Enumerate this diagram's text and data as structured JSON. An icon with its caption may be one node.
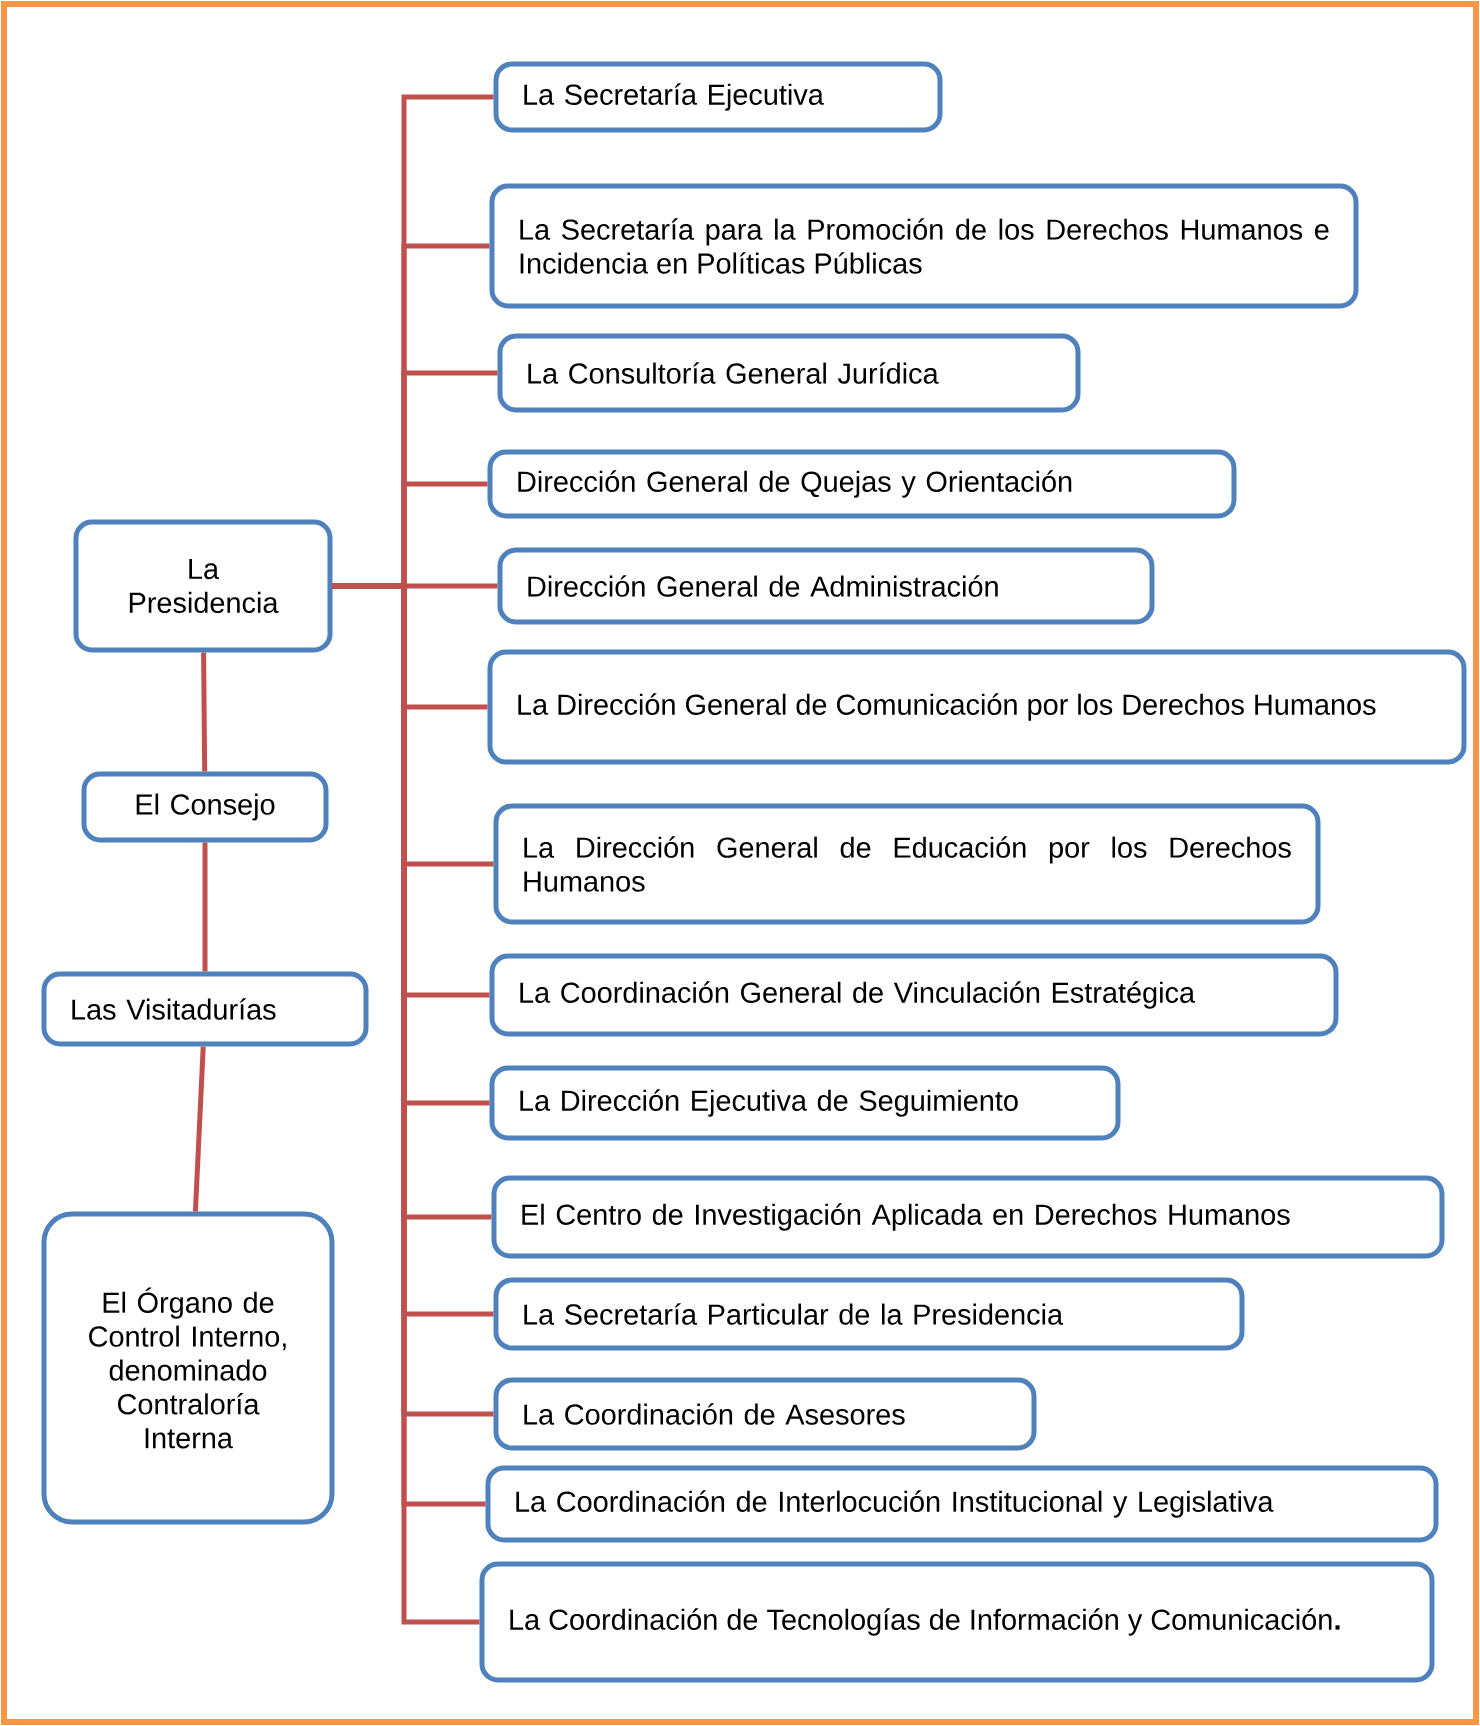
{
  "diagram": {
    "nodes": [
      {
        "text": [
          "La Presidencia"
        ]
      },
      {
        "text": [
          "El Consejo"
        ]
      },
      {
        "text": [
          "Las Visitadurías"
        ]
      },
      {
        "text": [
          "El Órgano de Control Interno, denominado Contraloría Interna"
        ]
      },
      {
        "text": [
          "La Secretaría Ejecutiva"
        ]
      },
      {
        "text": [
          "La Secretaría para la Promoción de los Derechos Humanos e Incidencia en Políticas Públicas"
        ]
      },
      {
        "text": [
          "La Consultoría General Jurídica"
        ]
      },
      {
        "text": [
          "Dirección General de Quejas y Orientación"
        ]
      },
      {
        "text": [
          "Dirección General de Administración"
        ]
      },
      {
        "text": [
          "La Dirección General de Comunicación por los Derechos Humanos"
        ]
      },
      {
        "text": [
          "La Dirección General de Educación por los Derechos Humanos"
        ]
      },
      {
        "text": [
          "La Coordinación General de Vinculación Estratégica"
        ]
      },
      {
        "text": [
          "La Dirección Ejecutiva de Seguimiento"
        ]
      },
      {
        "text": [
          "El Centro de Investigación Aplicada en Derechos Humanos"
        ]
      },
      {
        "text": [
          "La Secretaría Particular de la Presidencia"
        ]
      },
      {
        "text": [
          "La Coordinación de Asesores"
        ]
      },
      {
        "text": [
          "La Coordinación de Interlocución Institucional y Legislativa"
        ]
      },
      {
        "text": [
          "La Coordinación de Tecnologías de Información y Comunicación**.**"
        ]
      }
    ],
    "edges": [
      {
        "from": 0,
        "to": 1,
        "arrow": "none"
      },
      {
        "from": 1,
        "to": 2,
        "arrow": "none"
      },
      {
        "from": 2,
        "to": 3,
        "arrow": "none"
      },
      {
        "from": 0,
        "to": 4,
        "arrow": "none"
      },
      {
        "from": 0,
        "to": 5,
        "arrow": "none"
      },
      {
        "from": 0,
        "to": 6,
        "arrow": "none"
      },
      {
        "from": 0,
        "to": 7,
        "arrow": "none"
      },
      {
        "from": 0,
        "to": 8,
        "arrow": "none"
      },
      {
        "from": 0,
        "to": 9,
        "arrow": "none"
      },
      {
        "from": 0,
        "to": 10,
        "arrow": "none"
      },
      {
        "from": 0,
        "to": 11,
        "arrow": "none"
      },
      {
        "from": 0,
        "to": 12,
        "arrow": "none"
      },
      {
        "from": 0,
        "to": 13,
        "arrow": "none"
      },
      {
        "from": 0,
        "to": 14,
        "arrow": "none"
      },
      {
        "from": 0,
        "to": 15,
        "arrow": "none"
      },
      {
        "from": 0,
        "to": 16,
        "arrow": "none"
      },
      {
        "from": 0,
        "to": 17,
        "arrow": "none"
      }
    ]
  }
}
